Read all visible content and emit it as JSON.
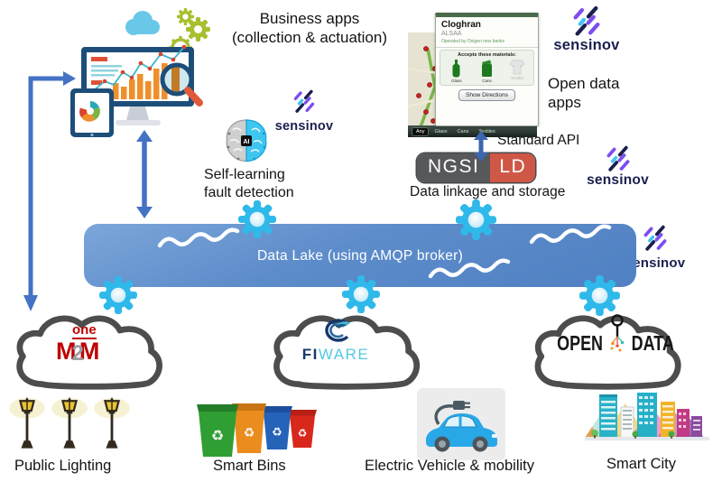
{
  "diagram": {
    "business_apps": {
      "line1": "Business apps",
      "line2": "(collection & actuation)"
    },
    "open_data_apps": {
      "line1": "Open data",
      "line2": "apps"
    },
    "standard_api": "Standard API",
    "data_linkage": "Data linkage and storage",
    "self_learning": {
      "line1": "Self-learning",
      "line2": "fault detection"
    },
    "data_lake": "Data Lake (using AMQP broker)",
    "ai_label": "AI"
  },
  "sensinov": {
    "wordmark": "sensinov"
  },
  "ngsi_ld": {
    "left": "NGSI",
    "right": "LD"
  },
  "recycling_app": {
    "title": "Cloghran",
    "subtitle": "ALSAA",
    "operator": "Operated by Oxigen new banks",
    "materials_heading": "Accepts these materials:",
    "materials": [
      {
        "label": "Glass"
      },
      {
        "label": "Cans"
      },
      {
        "label": "Textiles"
      }
    ],
    "button": "Show Directions",
    "tabs": [
      {
        "label": "Any"
      },
      {
        "label": "Glass"
      },
      {
        "label": "Cans"
      },
      {
        "label": "Textiles"
      }
    ]
  },
  "platforms": {
    "onem2m": {
      "top": "one",
      "m1": "M",
      "two": "2",
      "m2": "M"
    },
    "fiware": {
      "fi": "FI",
      "ware": "WARE"
    },
    "opendata": {
      "open": "OPEN",
      "data": "DATA"
    }
  },
  "use_cases": [
    {
      "label": "Public Lighting"
    },
    {
      "label": "Smart Bins"
    },
    {
      "label": "Electric Vehicle & mobility"
    },
    {
      "label": "Smart City"
    }
  ],
  "icons": {
    "recycle_glyph": "♻"
  },
  "colors": {
    "bar_blue": "#5d8cca",
    "arrow_blue": "#4472c4",
    "gear_cyan": "#2fb9ea",
    "sensinov_navy": "#1b1f4e",
    "sensinov_purple": "#7d4df0",
    "sensinov_cyan": "#41c7f0",
    "ngsi_gray": "#57585a",
    "ld_red": "#cf5745",
    "onem2m_red": "#c00000",
    "fiware_navy": "#16386b",
    "fiware_cyan": "#55c8e0"
  }
}
